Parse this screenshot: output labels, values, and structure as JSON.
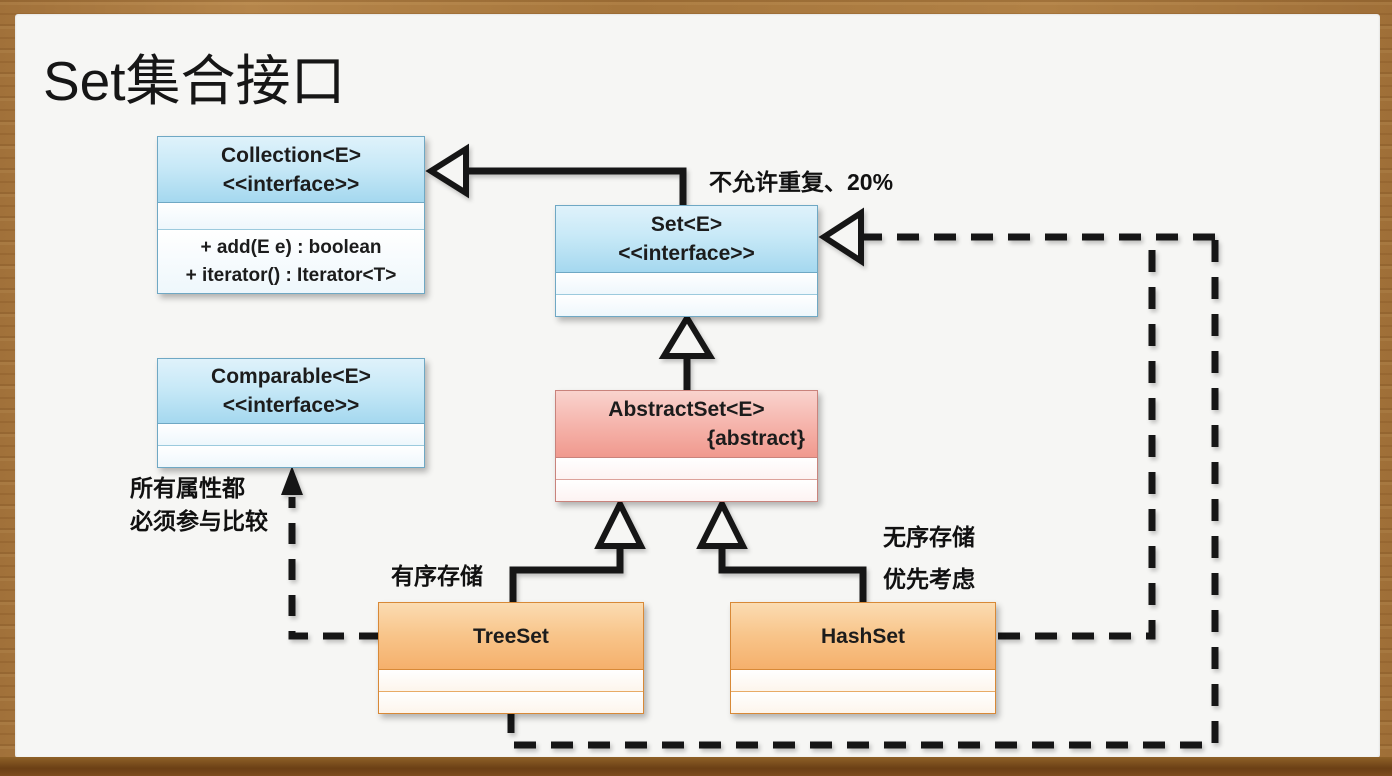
{
  "title": "Set集合接口",
  "classes": {
    "collection": {
      "name": "Collection<E>",
      "stereotype": "<<interface>>",
      "methods": [
        "+ add(E e) : boolean",
        "+ iterator() : Iterator<T>"
      ]
    },
    "set": {
      "name": "Set<E>",
      "stereotype": "<<interface>>"
    },
    "comparable": {
      "name": "Comparable<E>",
      "stereotype": "<<interface>>"
    },
    "abstract_set": {
      "name": "AbstractSet<E>",
      "modifier": "{abstract}"
    },
    "tree_set": {
      "name": "TreeSet"
    },
    "hash_set": {
      "name": "HashSet"
    }
  },
  "annotations": {
    "set_note": "不允许重复、20%",
    "comparable_note_line1": "所有属性都",
    "comparable_note_line2": "必须参与比较",
    "treeset_note": "有序存储",
    "hashset_note_line1": "无序存储",
    "hashset_note_line2": "优先考虑"
  },
  "relationships": [
    {
      "from": "Set<E>",
      "to": "Collection<E>",
      "style": "solid-hollow-triangle"
    },
    {
      "from": "AbstractSet<E>",
      "to": "Set<E>",
      "style": "solid-hollow-triangle"
    },
    {
      "from": "TreeSet",
      "to": "AbstractSet<E>",
      "style": "solid-hollow-triangle"
    },
    {
      "from": "HashSet",
      "to": "AbstractSet<E>",
      "style": "solid-hollow-triangle"
    },
    {
      "from": "HashSet",
      "to": "Set<E>",
      "style": "dashed-hollow-triangle"
    },
    {
      "from": "TreeSet",
      "to": "Set<E>",
      "style": "dashed-hollow-triangle"
    },
    {
      "from": "TreeSet",
      "to": "Comparable<E>",
      "style": "dashed-filled-arrow"
    }
  ],
  "colors": {
    "interface_header": "#b9e2f5",
    "abstract_header": "#f0998e",
    "concrete_header": "#f5b06c",
    "line": "#161616",
    "panel": "#f6f6f4",
    "wood_frame": "#a87a3e"
  }
}
